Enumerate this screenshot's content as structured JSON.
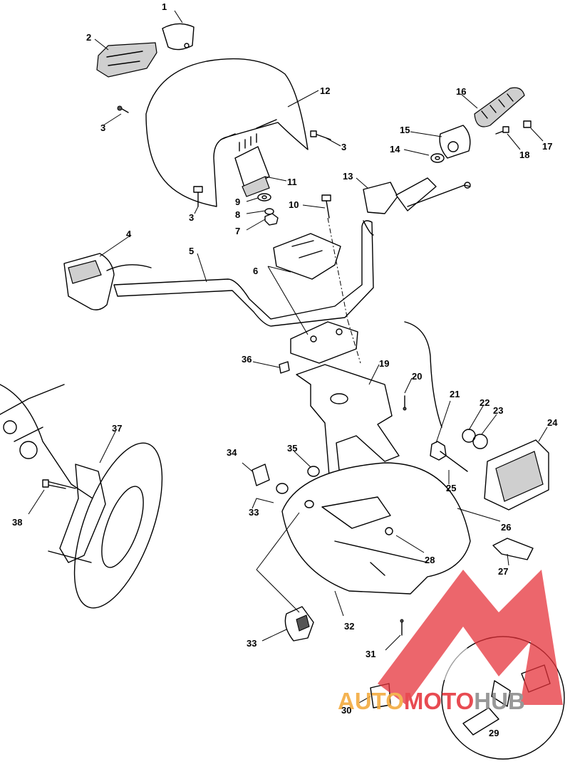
{
  "callouts": [
    {
      "label": "1"
    },
    {
      "label": "2"
    },
    {
      "label": "3"
    },
    {
      "label": "3"
    },
    {
      "label": "3"
    },
    {
      "label": "4"
    },
    {
      "label": "5"
    },
    {
      "label": "6"
    },
    {
      "label": "7"
    },
    {
      "label": "8"
    },
    {
      "label": "9"
    },
    {
      "label": "10"
    },
    {
      "label": "11"
    },
    {
      "label": "12"
    },
    {
      "label": "13"
    },
    {
      "label": "14"
    },
    {
      "label": "15"
    },
    {
      "label": "16"
    },
    {
      "label": "17"
    },
    {
      "label": "18"
    },
    {
      "label": "19"
    },
    {
      "label": "20"
    },
    {
      "label": "21"
    },
    {
      "label": "22"
    },
    {
      "label": "23"
    },
    {
      "label": "24"
    },
    {
      "label": "25"
    },
    {
      "label": "26"
    },
    {
      "label": "27"
    },
    {
      "label": "28"
    },
    {
      "label": "29"
    },
    {
      "label": "30"
    },
    {
      "label": "31"
    },
    {
      "label": "32"
    },
    {
      "label": "33"
    },
    {
      "label": "33"
    },
    {
      "label": "34"
    },
    {
      "label": "35"
    },
    {
      "label": "36"
    },
    {
      "label": "37"
    },
    {
      "label": "38"
    }
  ],
  "watermark": {
    "part1": "AUTO",
    "part2": "MOTO",
    "part3": "HUB",
    "colors": {
      "orange": "#f3a93b",
      "red": "#e5333b",
      "gray": "#8a8a8a"
    }
  }
}
